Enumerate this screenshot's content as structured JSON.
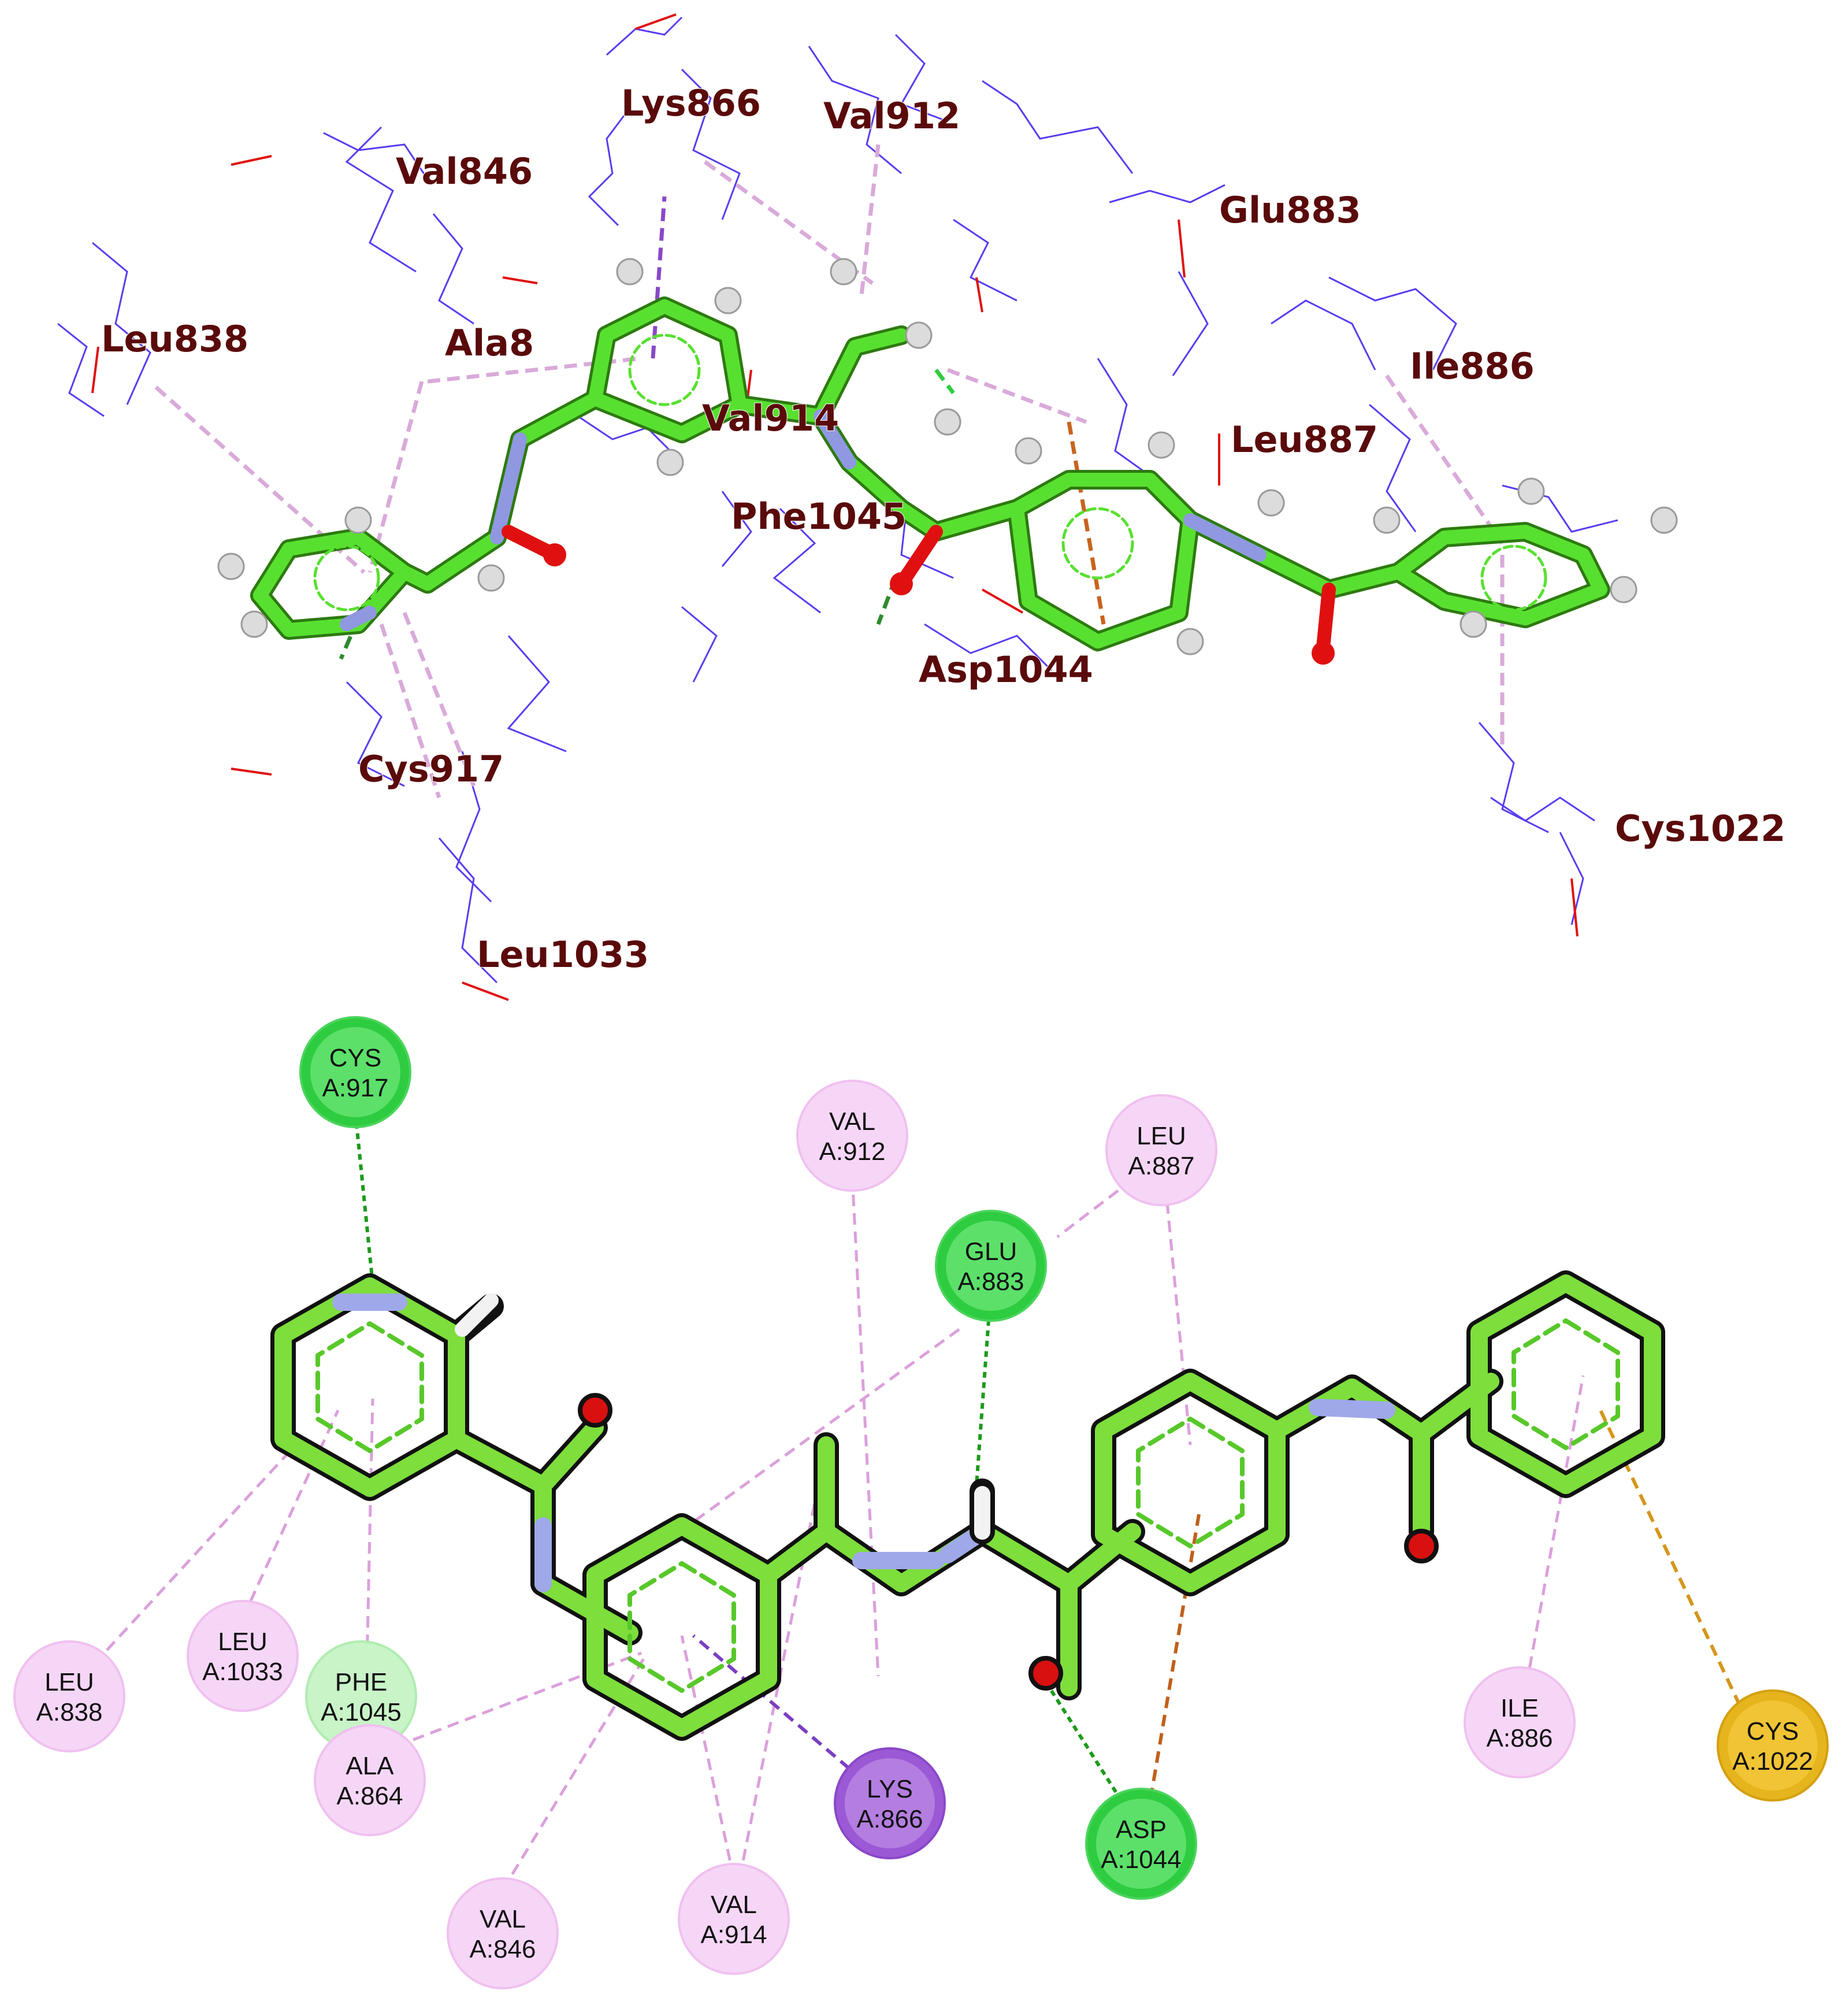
{
  "figure": {
    "top_panel": {
      "residue_labels": [
        {
          "text": "Lys866"
        },
        {
          "text": "Val912"
        },
        {
          "text": "Val846"
        },
        {
          "text": "Glu883"
        },
        {
          "text": "Leu838"
        },
        {
          "text": "Ala8"
        },
        {
          "text": "Ile886"
        },
        {
          "text": "Val914"
        },
        {
          "text": "Leu887"
        },
        {
          "text": "Phe1045"
        },
        {
          "text": "Asp1044"
        },
        {
          "text": "Cys917"
        },
        {
          "text": "Cys1022"
        },
        {
          "text": "Leu1033"
        }
      ]
    },
    "bottom_panel": {
      "colors": {
        "conventional_hbond": "#2ecc40",
        "carbon_hbond": "#b8f0b8",
        "pi_alkyl": "#f2c4f2",
        "pi_sigma": "#9b59d6",
        "pi_sulfur": "#e0a020",
        "pi_anion": "#c8641e",
        "ligand_carbon": "#7dde3c",
        "nitrogen": "#9fa8e8",
        "oxygen": "#e01010"
      },
      "residues": [
        {
          "id": "cys917",
          "name": "CYS",
          "pos": "A:917",
          "type": "conventional_hbond"
        },
        {
          "id": "val912",
          "name": "VAL",
          "pos": "A:912",
          "type": "pi_alkyl"
        },
        {
          "id": "leu887",
          "name": "LEU",
          "pos": "A:887",
          "type": "pi_alkyl"
        },
        {
          "id": "glu883",
          "name": "GLU",
          "pos": "A:883",
          "type": "conventional_hbond"
        },
        {
          "id": "leu838",
          "name": "LEU",
          "pos": "A:838",
          "type": "pi_alkyl"
        },
        {
          "id": "leu1033",
          "name": "LEU",
          "pos": "A:1033",
          "type": "pi_alkyl"
        },
        {
          "id": "phe1045",
          "name": "PHE",
          "pos": "A:1045",
          "type": "carbon_hbond"
        },
        {
          "id": "ala864",
          "name": "ALA",
          "pos": "A:864",
          "type": "pi_alkyl"
        },
        {
          "id": "lys866",
          "name": "LYS",
          "pos": "A:866",
          "type": "pi_sigma"
        },
        {
          "id": "asp1044",
          "name": "ASP",
          "pos": "A:1044",
          "type": "conventional_hbond"
        },
        {
          "id": "ile886",
          "name": "ILE",
          "pos": "A:886",
          "type": "pi_alkyl"
        },
        {
          "id": "cys1022",
          "name": "CYS",
          "pos": "A:1022",
          "type": "pi_sulfur"
        },
        {
          "id": "val846",
          "name": "VAL",
          "pos": "A:846",
          "type": "pi_alkyl"
        },
        {
          "id": "val914",
          "name": "VAL",
          "pos": "A:914",
          "type": "pi_alkyl"
        }
      ]
    }
  }
}
